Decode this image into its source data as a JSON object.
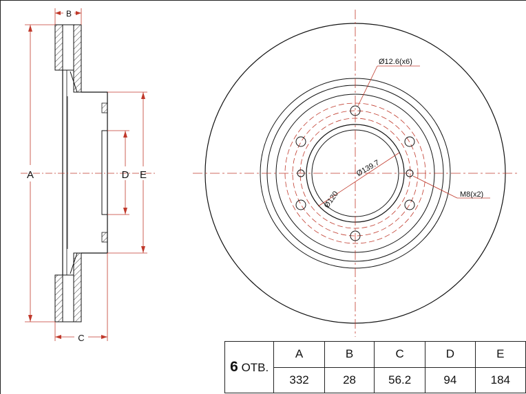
{
  "labels": {
    "a": "A",
    "b": "B",
    "c": "C",
    "d": "D",
    "e": "E",
    "bolt_hole": "Ø12.6(x6)",
    "pcd": "Ø139.7",
    "hub": "Ø120",
    "thread": "M8(x2)"
  },
  "table": {
    "holes_count": "6",
    "holes_unit": " ОТВ.",
    "headers": [
      "A",
      "B",
      "C",
      "D",
      "E"
    ],
    "values": [
      "332",
      "28",
      "56.2",
      "94",
      "184"
    ]
  },
  "colors": {
    "line": "#111111",
    "dimension": "#c0392b",
    "hatch": "#444444"
  }
}
